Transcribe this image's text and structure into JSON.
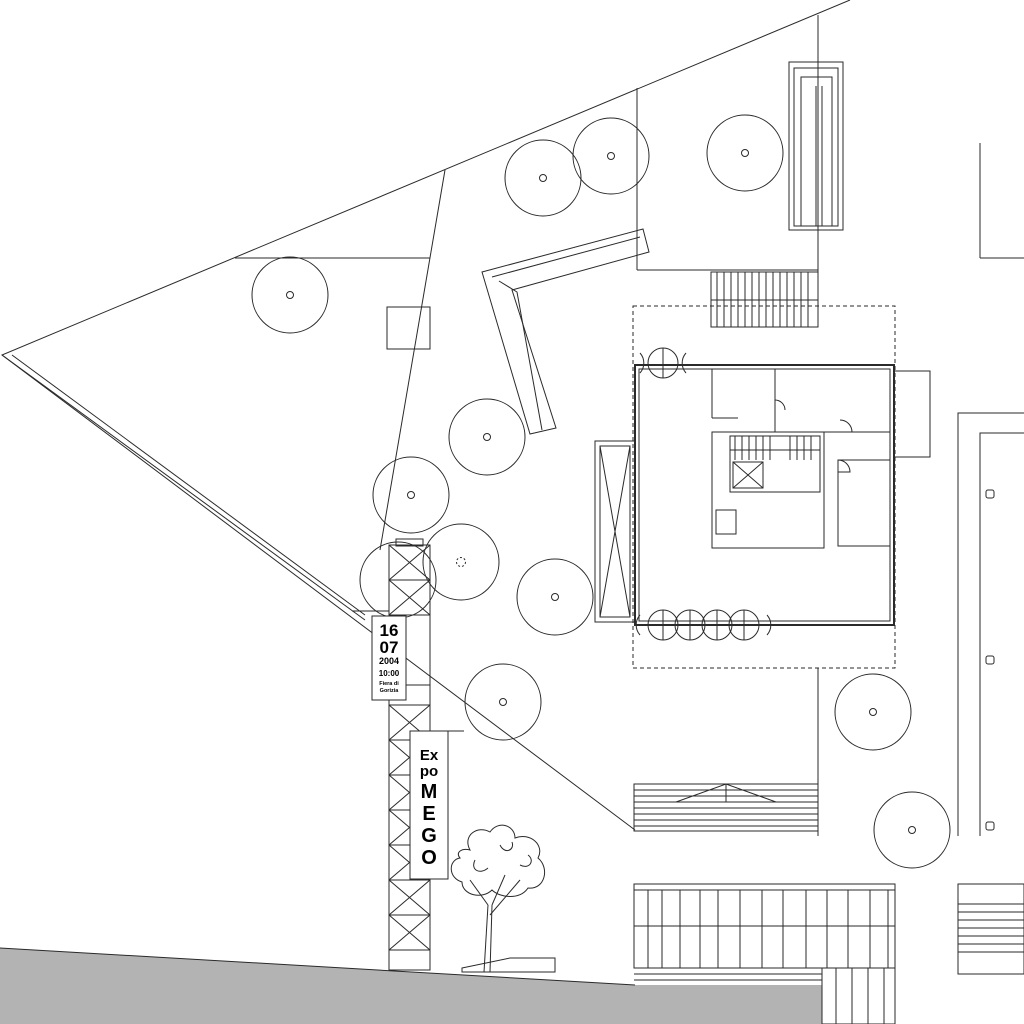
{
  "banner_date": {
    "day": "16",
    "month": "07",
    "year": "2004",
    "time": "10:00",
    "place_line1": "Fiera di",
    "place_line2": "Gorizia"
  },
  "banner_expo": {
    "line1": "Ex",
    "line2": "po",
    "letters": [
      "M",
      "E",
      "G",
      "O"
    ]
  },
  "colors": {
    "line": "#2a2a2a",
    "ground": "#b3b3b3",
    "background": "#ffffff"
  }
}
